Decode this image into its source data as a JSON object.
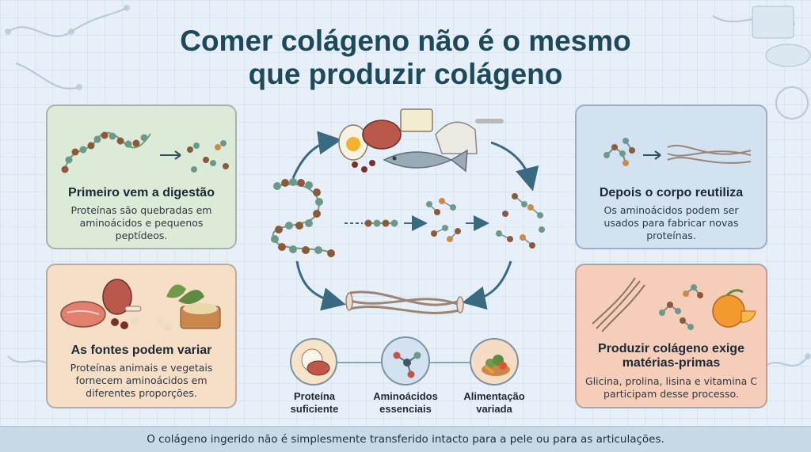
{
  "title": {
    "line1": "Comer colágeno não é o mesmo",
    "line2": "que produzir colágeno"
  },
  "cards": {
    "digestion": {
      "heading": "Primeiro vem a digestão",
      "body": [
        "Proteínas são quebradas em",
        "aminoácidos e pequenos",
        "peptídeos."
      ]
    },
    "sources": {
      "heading": "As fontes podem variar",
      "body": [
        "Proteínas animais e vegetais",
        "fornecem aminoácidos em",
        "diferentes proporções."
      ]
    },
    "reuse": {
      "heading": "Depois o corpo reutiliza",
      "body": [
        "Os aminoácidos podem ser",
        "usados para fabricar novas",
        "proteínas."
      ]
    },
    "production": {
      "heading": [
        "Produzir colágeno exige",
        "matérias-primas"
      ],
      "body": [
        "Glicina, prolina, lisina e vitamina C",
        "participam desse processo."
      ]
    }
  },
  "factors": [
    {
      "label": [
        "Proteína",
        "suficiente"
      ],
      "icon": "egg-meat-icon"
    },
    {
      "label": [
        "Aminoácidos",
        "essenciais"
      ],
      "icon": "molecule-icon"
    },
    {
      "label": [
        "Alimentação",
        "variada"
      ],
      "icon": "vegetables-icon"
    }
  ],
  "footer": "O colágeno ingerido não é simplesmente transferido intacto para a pele ou para as articulações.",
  "colors": {
    "title": "#1d4a5a",
    "card_green": "#dcebd7",
    "card_peach": "#f6dec7",
    "card_blue": "#d3e2f1",
    "card_salmon": "#f6cdb8",
    "arrow": "#3a6a80",
    "footer_band": "#c8d9e8"
  }
}
